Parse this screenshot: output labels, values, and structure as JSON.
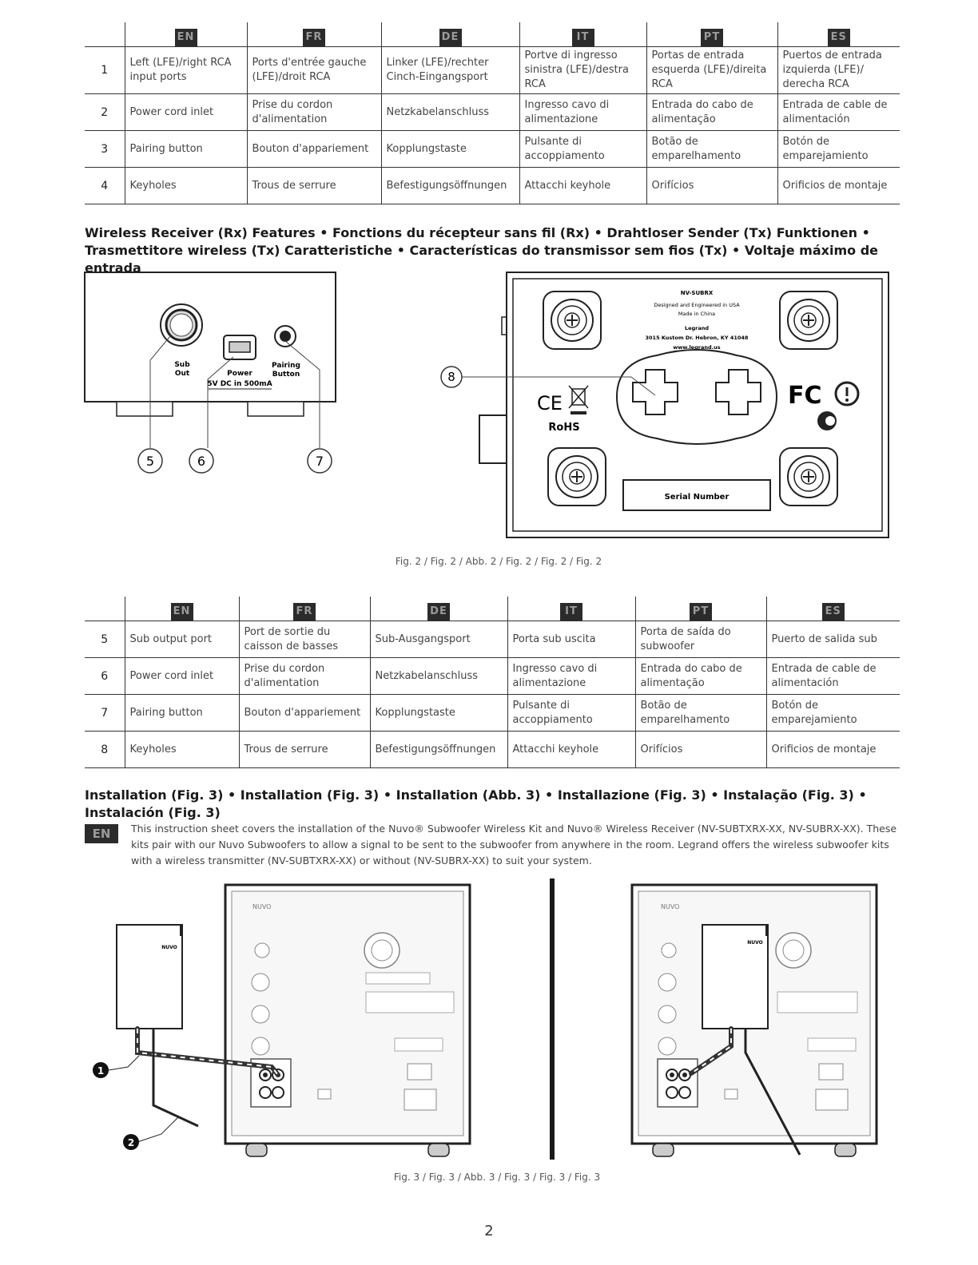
{
  "languages": [
    "EN",
    "FR",
    "DE",
    "IT",
    "PT",
    "ES"
  ],
  "table1": {
    "rows": [
      {
        "num": "1",
        "cells": [
          "Left (LFE)/right RCA input ports",
          "Ports d'entrée gauche (LFE)/droit RCA",
          "Linker (LFE)/rechter Cinch-Eingangsport",
          "Portve di ingresso sinistra (LFE)/destra RCA",
          "Portas de entrada esquerda (LFE)/direita RCA",
          "Puertos de entrada izquierda (LFE)/ derecha RCA"
        ]
      },
      {
        "num": "2",
        "cells": [
          "Power cord inlet",
          "Prise du cordon d'alimentation",
          "Netzkabelanschluss",
          "Ingresso cavo di alimentazione",
          "Entrada do cabo de alimentação",
          "Entrada de cable de alimentación"
        ]
      },
      {
        "num": "3",
        "cells": [
          "Pairing button",
          "Bouton d'appariement",
          "Kopplungstaste",
          "Pulsante di accoppiamento",
          "Botão de emparelhamento",
          "Botón de emparejamiento"
        ]
      },
      {
        "num": "4",
        "cells": [
          "Keyholes",
          "Trous de serrure",
          "Befestigungsöffnungen",
          "Attacchi keyhole",
          "Orifícios",
          "Orificios de montaje"
        ]
      }
    ]
  },
  "heading1": "Wireless Receiver (Rx) Features • Fonctions du récepteur sans fil (Rx) • Drahtloser Sender (Tx) Funktionen • Trasmettitore wireless (Tx) Caratteristiche • Características do transmissor sem fios (Tx) • Voltaje máximo de entrada",
  "fig2": {
    "front": {
      "sub_out": [
        "Sub",
        "Out"
      ],
      "power": "Power",
      "power_spec": "5V DC in 500mA",
      "pairing": [
        "Pairing",
        "Button"
      ],
      "callouts": [
        "5",
        "6",
        "7"
      ]
    },
    "back": {
      "model": "NV-SUBRX",
      "lines": [
        "Designed and Engineered in USA",
        "Made in China",
        "Legrand",
        "3015 Kustom Dr. Hebron, KY 41048",
        "www.legrand.us"
      ],
      "ce": "CE",
      "rohs": "RoHS",
      "fc": "FC",
      "serial": "Serial Number",
      "callout": "8"
    },
    "caption": "Fig. 2 / Fig. 2 / Abb. 2 / Fig. 2 / Fig. 2 / Fig. 2"
  },
  "table2": {
    "rows": [
      {
        "num": "5",
        "cells": [
          "Sub output port",
          "Port de sortie du caisson de basses",
          "Sub-Ausgangsport",
          "Porta sub uscita",
          "Porta de saída do subwoofer",
          "Puerto de salida sub"
        ]
      },
      {
        "num": "6",
        "cells": [
          "Power cord inlet",
          "Prise du cordon d'alimentation",
          "Netzkabelanschluss",
          "Ingresso cavo di alimentazione",
          "Entrada do cabo de alimentação",
          "Entrada de cable de alimentación"
        ]
      },
      {
        "num": "7",
        "cells": [
          "Pairing button",
          "Bouton d'appariement",
          "Kopplungstaste",
          "Pulsante di accoppiamento",
          "Botão de emparelhamento",
          "Botón de emparejamiento"
        ]
      },
      {
        "num": "8",
        "cells": [
          "Keyholes",
          "Trous de serrure",
          "Befestigungsöffnungen",
          "Attacchi keyhole",
          "Orifícios",
          "Orificios de montaje"
        ]
      }
    ]
  },
  "heading2": "Installation (Fig. 3) • Installation (Fig. 3) • Installation (Abb. 3) • Installazione (Fig. 3) • Instalação (Fig. 3) • Instalación (Fig. 3)",
  "intro_lang": "EN",
  "intro_text": "This instruction sheet covers the installation of the Nuvo® Subwoofer Wireless Kit and Nuvo® Wireless Receiver (NV-SUBTXRX-XX, NV-SUBRX-XX). These kits pair with our Nuvo Subwoofers to allow a signal to be sent to the subwoofer from anywhere in the room. Legrand offers the wireless subwoofer kits with a wireless transmitter (NV-SUBTXRX-XX) or without (NV-SUBRX-XX) to suit your system.",
  "fig3": {
    "brand": "NUVO",
    "box_label": "NUVO",
    "callouts": [
      "1",
      "2"
    ],
    "caption": "Fig. 3 / Fig. 3 / Abb. 3 / Fig. 3 / Fig. 3 / Fig. 3"
  },
  "page_number": "2"
}
